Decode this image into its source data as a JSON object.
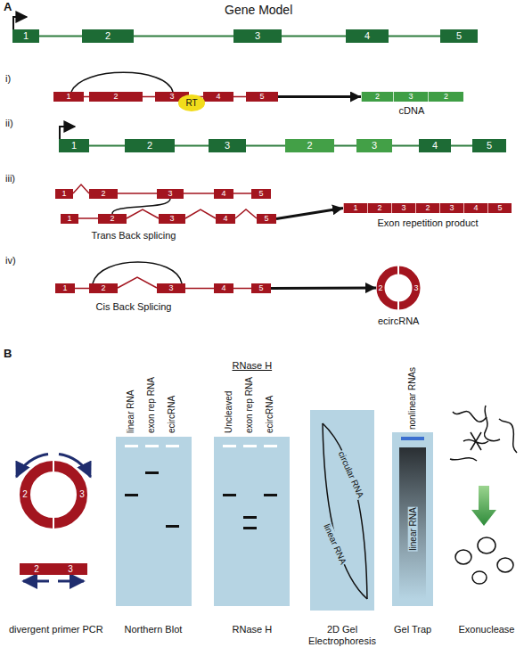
{
  "diagram": {
    "nodes": [
      {
        "text": [
          "1"
        ]
      },
      {
        "text": [
          "2"
        ]
      },
      {
        "text": [
          "3"
        ]
      },
      {
        "text": [
          "4"
        ]
      },
      {
        "text": [
          "5"
        ]
      },
      {
        "text": [
          "1"
        ]
      },
      {
        "text": [
          "2"
        ]
      },
      {
        "text": [
          "3"
        ]
      },
      {
        "text": [
          "4"
        ]
      },
      {
        "text": [
          "5"
        ]
      },
      {
        "text": [
          "RT"
        ]
      },
      {
        "text": [
          "2"
        ]
      },
      {
        "text": [
          "3"
        ]
      },
      {
        "text": [
          "2"
        ]
      },
      {
        "text": [
          "1"
        ]
      },
      {
        "text": [
          "2"
        ]
      },
      {
        "text": [
          "3"
        ]
      },
      {
        "text": [
          "2"
        ]
      },
      {
        "text": [
          "3"
        ]
      },
      {
        "text": [
          "4"
        ]
      },
      {
        "text": [
          "5"
        ]
      },
      {
        "text": [
          "1"
        ]
      },
      {
        "text": [
          "2"
        ]
      },
      {
        "text": [
          "3"
        ]
      },
      {
        "text": [
          "4"
        ]
      },
      {
        "text": [
          "5"
        ]
      },
      {
        "text": [
          "1"
        ]
      },
      {
        "text": [
          "2"
        ]
      },
      {
        "text": [
          "3"
        ]
      },
      {
        "text": [
          "4"
        ]
      },
      {
        "text": [
          "5"
        ]
      },
      {
        "text": [
          "1"
        ]
      },
      {
        "text": [
          "2"
        ]
      },
      {
        "text": [
          "3"
        ]
      },
      {
        "text": [
          "2"
        ]
      },
      {
        "text": [
          "3"
        ]
      },
      {
        "text": [
          "4"
        ]
      },
      {
        "text": [
          "5"
        ]
      },
      {
        "text": [
          "1"
        ]
      },
      {
        "text": [
          "2"
        ]
      },
      {
        "text": [
          "3"
        ]
      },
      {
        "text": [
          "4"
        ]
      },
      {
        "text": [
          "5"
        ]
      },
      {
        "text": [
          "2"
        ]
      },
      {
        "text": [
          "3"
        ]
      },
      {
        "text": [
          "2"
        ]
      },
      {
        "text": [
          "3"
        ]
      },
      {
        "text": [
          "2"
        ]
      },
      {
        "text": [
          "3"
        ]
      },
      {
        "text": [
          "circular RNA",
          "linear RNA"
        ]
      },
      {
        "text": [
          "linear RNA"
        ]
      }
    ],
    "edges": [
      {
        "from": 9,
        "to": 11,
        "arrow": "to"
      },
      {
        "from": 30,
        "to": 31,
        "arrow": "to"
      },
      {
        "from": 42,
        "to": 43,
        "arrow": "to"
      }
    ],
    "labels": [
      "A",
      "Gene Model",
      "i)",
      "cDNA",
      "ii)",
      "iii)",
      "Trans Back splicing",
      "Exon repetition product",
      "iv)",
      "Cis Back Splicing",
      "ecircRNA",
      "B",
      "RNase H",
      "linear RNA",
      "exon rep RNA",
      "ecircRNA",
      "Uncleaved",
      "exon rep RNA",
      "ecircRNA",
      "nonlinear RNAs",
      "divergent primer PCR",
      "Northern Blot",
      "RNase H",
      "2D Gel Electrophoresis",
      "Gel Trap",
      "Exonuclease"
    ]
  }
}
